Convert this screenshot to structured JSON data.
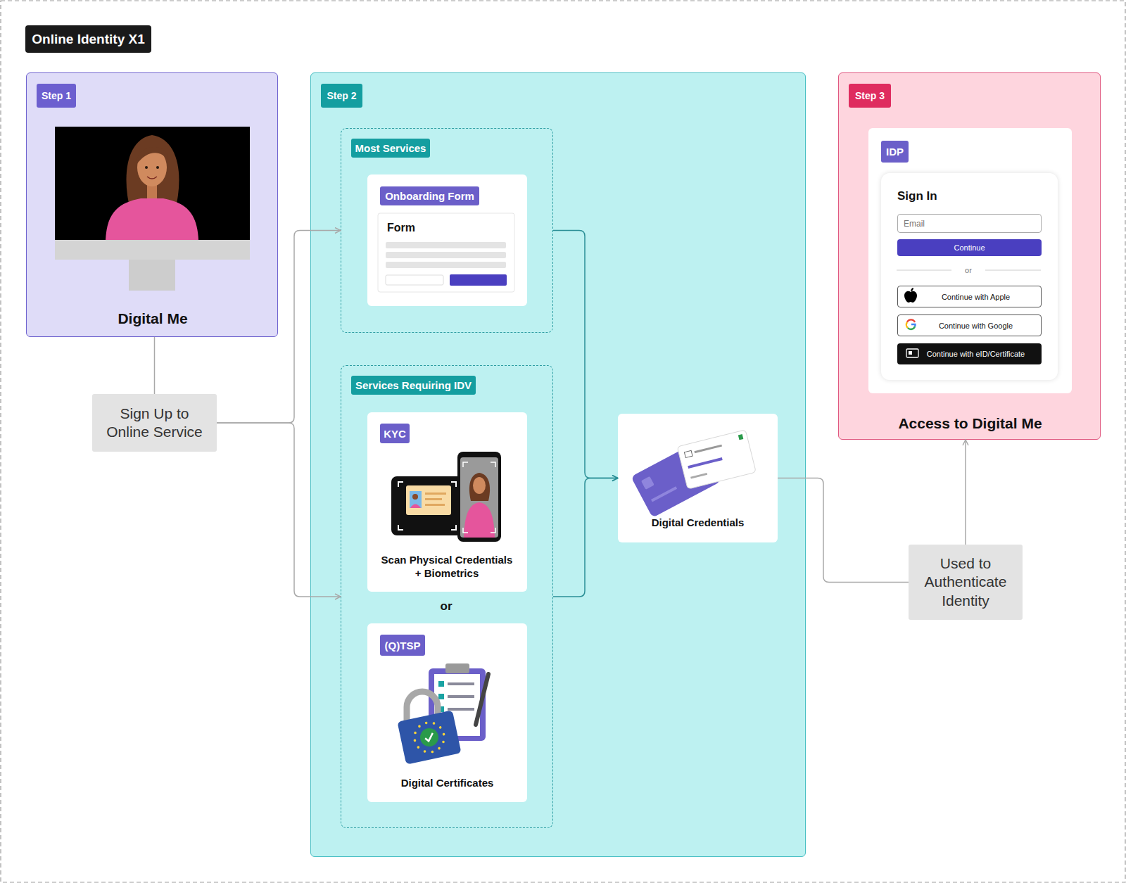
{
  "diagram": {
    "title": "Online Identity X1",
    "nodes": [
      {
        "text": [
          "Step 1",
          "Digital Me"
        ]
      },
      {
        "text": [
          "Sign Up to Online Service"
        ]
      },
      {
        "text": [
          "Step 2"
        ]
      },
      {
        "text": [
          "Most Services"
        ],
        "in": 2
      },
      {
        "text": [
          "Onboarding Form",
          "Form"
        ],
        "in": 3
      },
      {
        "text": [
          "Services Requiring IDV"
        ],
        "in": 2
      },
      {
        "text": [
          "KYC",
          "Scan Physical Credentials + Biometrics"
        ],
        "in": 5
      },
      {
        "text": [
          "(Q)TSP",
          "Digital Certificates"
        ],
        "in": 5
      },
      {
        "text": [
          "Digital Credentials"
        ],
        "in": 2
      },
      {
        "text": [
          "Step 3",
          "Access to Digital Me"
        ]
      },
      {
        "text": [
          "IDP"
        ],
        "in": 9
      },
      {
        "text": [
          "Sign In"
        ],
        "in": 10
      },
      {
        "text": [
          "Email"
        ],
        "in": 11
      },
      {
        "text": [
          "Continue"
        ],
        "in": 11
      },
      {
        "text": [
          "Continue with Apple"
        ],
        "in": 11
      },
      {
        "text": [
          "Continue with Google"
        ],
        "in": 11
      },
      {
        "text": [
          "Continue with eID/Certificate"
        ],
        "in": 11
      },
      {
        "text": [
          "Used to Authenticate Identity"
        ]
      }
    ],
    "edges": [
      {
        "from": 0,
        "to": 1,
        "arrow": "none"
      },
      {
        "from": 1,
        "to": 3,
        "arrow": "to"
      },
      {
        "from": 1,
        "to": 5,
        "arrow": "to"
      },
      {
        "from": 3,
        "to": 8,
        "arrow": "to"
      },
      {
        "from": 5,
        "to": 8,
        "arrow": "to"
      },
      {
        "from": 8,
        "to": 17,
        "arrow": "none"
      },
      {
        "from": 17,
        "to": 9,
        "arrow": "to"
      }
    ],
    "labels": [
      "or",
      "or"
    ]
  }
}
